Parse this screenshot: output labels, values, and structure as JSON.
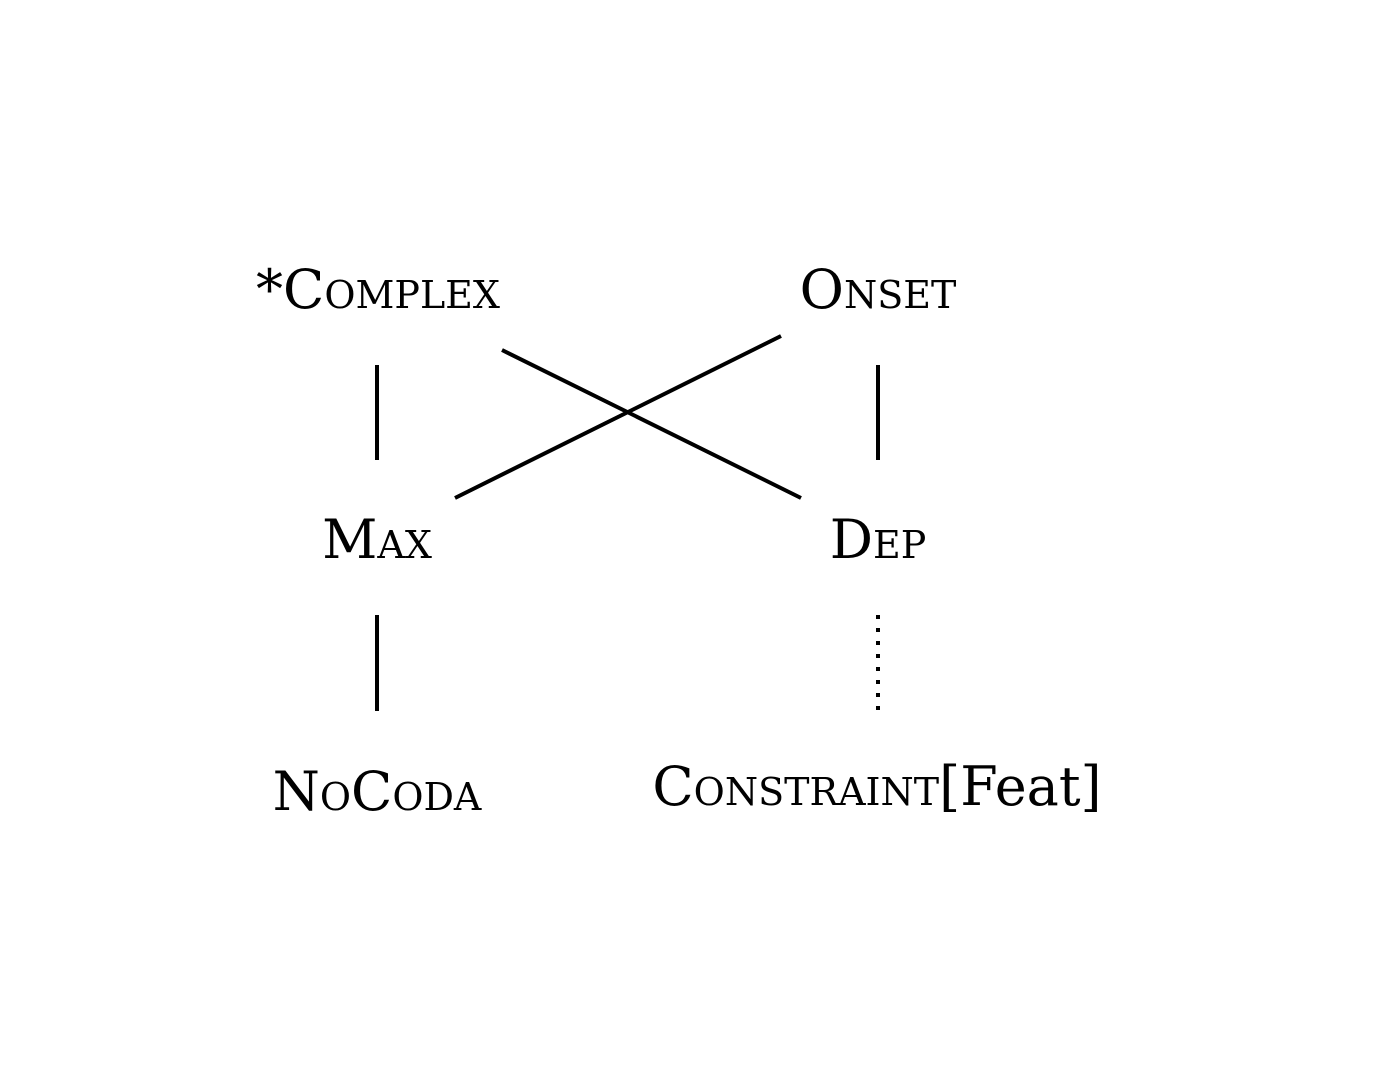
{
  "nodes": {
    "complex": "*Complex",
    "onset": "Onset",
    "max": "Max",
    "dep": "Dep",
    "nocoda": "NoCoda",
    "constraint": "Constraint",
    "constraint_feat": "[Feat]"
  },
  "edges": [
    {
      "from": "complex",
      "to": "max",
      "style": "solid"
    },
    {
      "from": "onset",
      "to": "dep",
      "style": "solid"
    },
    {
      "from": "complex",
      "to": "dep",
      "style": "solid"
    },
    {
      "from": "onset",
      "to": "max",
      "style": "solid"
    },
    {
      "from": "max",
      "to": "nocoda",
      "style": "solid"
    },
    {
      "from": "dep",
      "to": "constraint",
      "style": "dotted"
    }
  ]
}
